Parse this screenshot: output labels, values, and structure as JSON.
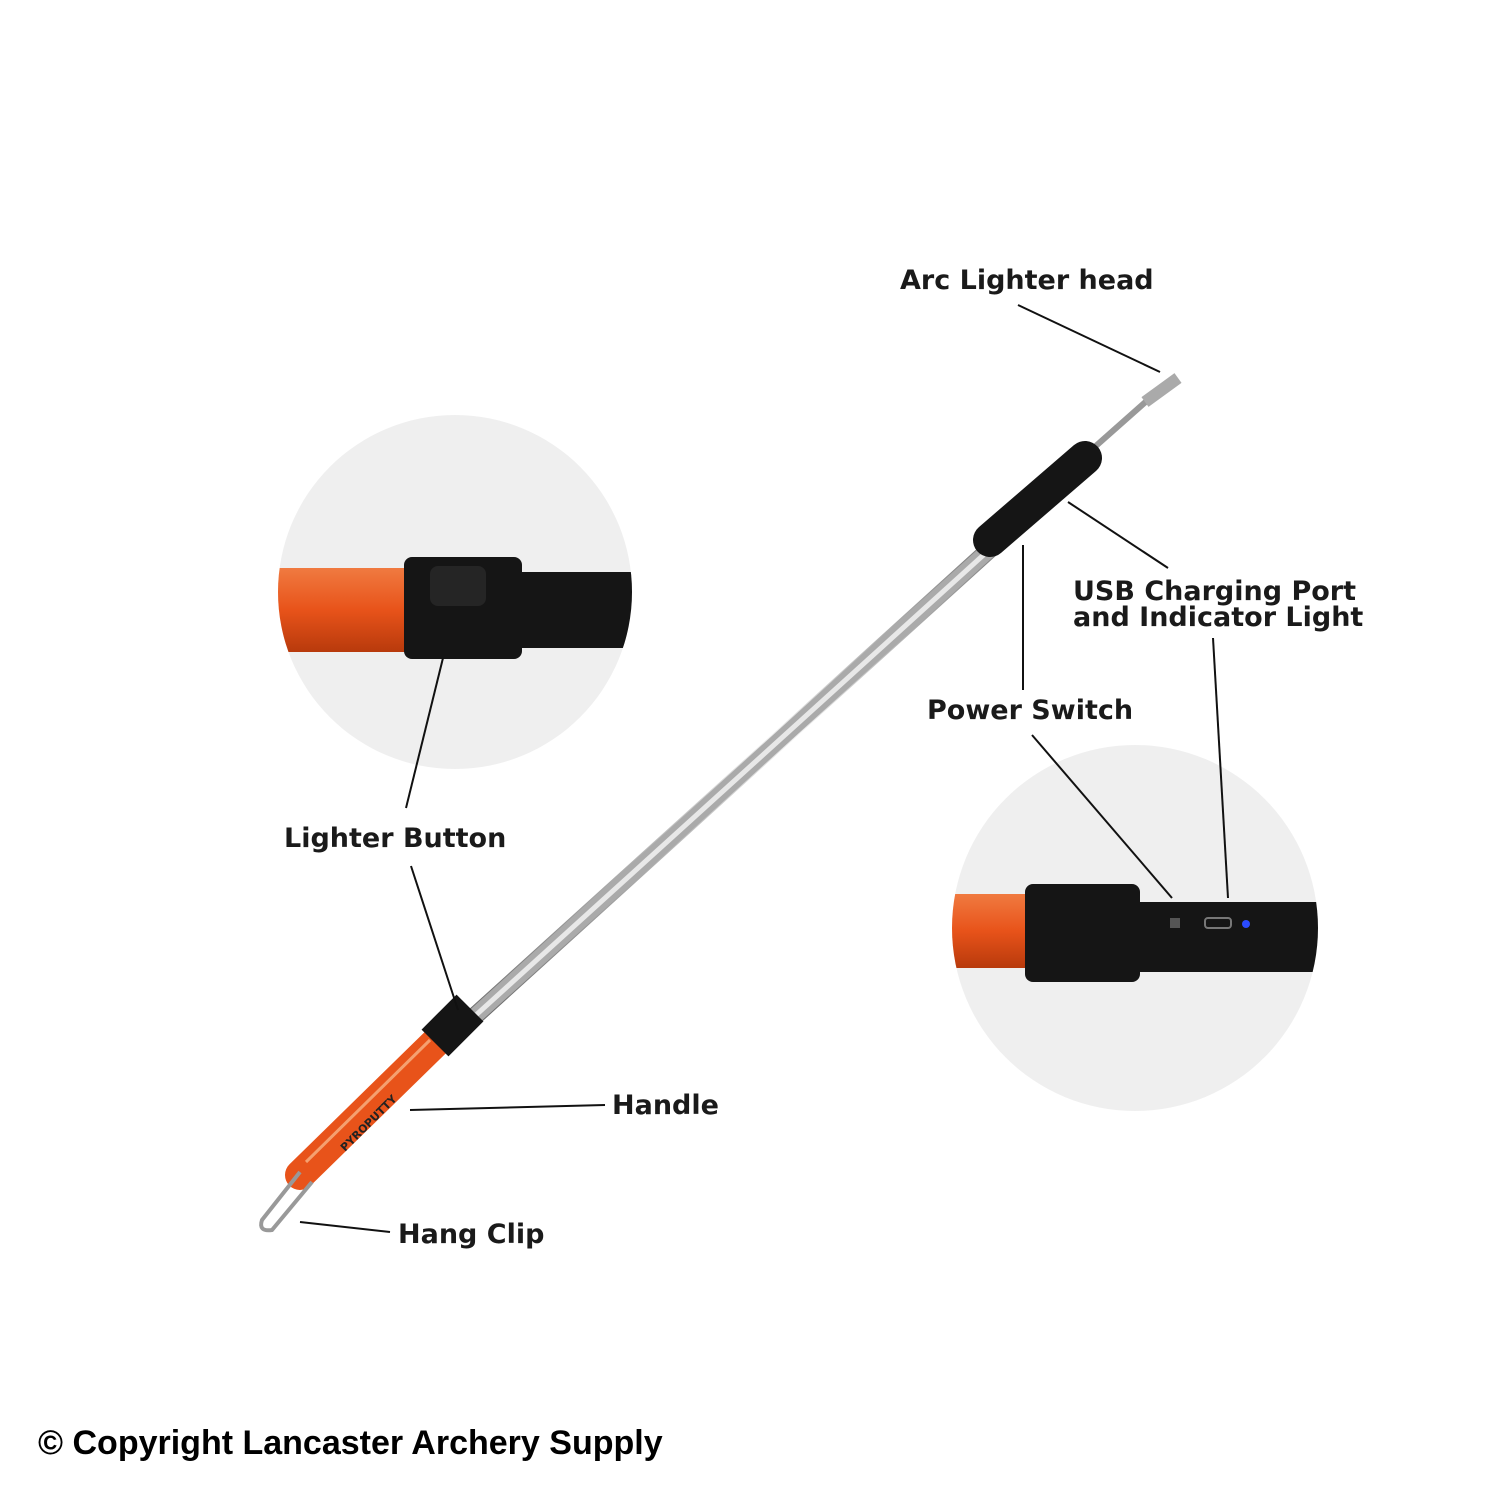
{
  "labels": {
    "arc_head": "Arc Lighter head",
    "usb_line1": "USB Charging Port",
    "usb_line2": "and Indicator Light",
    "power_switch": "Power Switch",
    "lighter_button": "Lighter Button",
    "handle": "Handle",
    "hang_clip": "Hang Clip"
  },
  "brand_logo": "PYROPUTTY",
  "watermark": "Lancaster Archery Supply",
  "copyright": "© Copyright Lancaster Archery Supply",
  "colors": {
    "orange": "#e8531a",
    "black": "#151515",
    "steel": "#b8b8b8",
    "indicator": "#2a4bff"
  }
}
